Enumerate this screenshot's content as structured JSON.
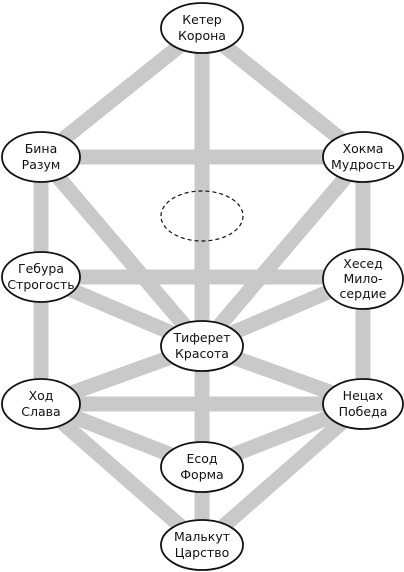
{
  "colors": {
    "path": "#c9c9c9",
    "node_fill": "#ffffff",
    "node_stroke": "#111111",
    "text": "#111111"
  },
  "nodes": {
    "keter": {
      "line1": "Кетер",
      "line2": "Корона"
    },
    "bina": {
      "line1": "Бина",
      "line2": "Разум"
    },
    "hokhma": {
      "line1": "Хокма",
      "line2": "Мудрость"
    },
    "gevura": {
      "line1": "Гебура",
      "line2": "Строгость"
    },
    "hesed": {
      "line1": "Хесед",
      "line2": "Мило-",
      "line3": "сердие"
    },
    "tiferet": {
      "line1": "Тиферет",
      "line2": "Красота"
    },
    "hod": {
      "line1": "Ход",
      "line2": "Слава"
    },
    "netsah": {
      "line1": "Нецах",
      "line2": "Победа"
    },
    "yesod": {
      "line1": "Есод",
      "line2": "Форма"
    },
    "malkhut": {
      "line1": "Малькут",
      "line2": "Царство"
    }
  }
}
